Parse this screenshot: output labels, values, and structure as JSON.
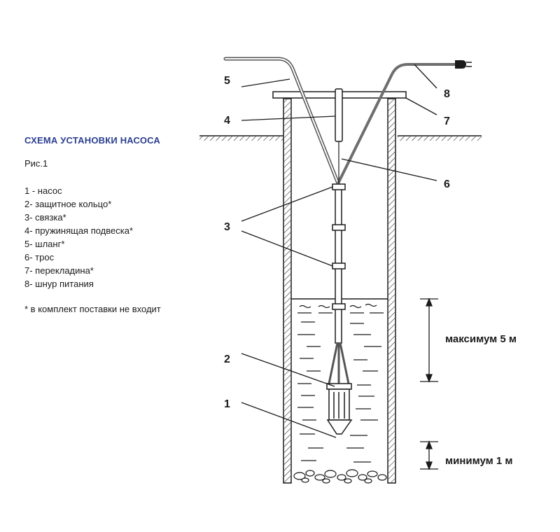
{
  "title": "СХЕМА УСТАНОВКИ НАСОСА",
  "figure_label": "Рис.1",
  "legend": [
    "1 - насос",
    "2- защитное кольцо*",
    "3- связка*",
    "4- пружинящая подвеска*",
    "5- шланг*",
    "6- трос",
    "7- перекладина*",
    "8- шнур питания"
  ],
  "note": "* в комплект поставки не входит",
  "callouts": [
    "1",
    "2",
    "3",
    "4",
    "5",
    "6",
    "7",
    "8"
  ],
  "dimensions": {
    "max_label": "максимум 5 м",
    "min_label": "минимум 1 м"
  },
  "colors": {
    "title": "#2b3f8f",
    "lines": "#1a1a1a",
    "hose": "#555555",
    "cable": "#6e6e6e"
  }
}
